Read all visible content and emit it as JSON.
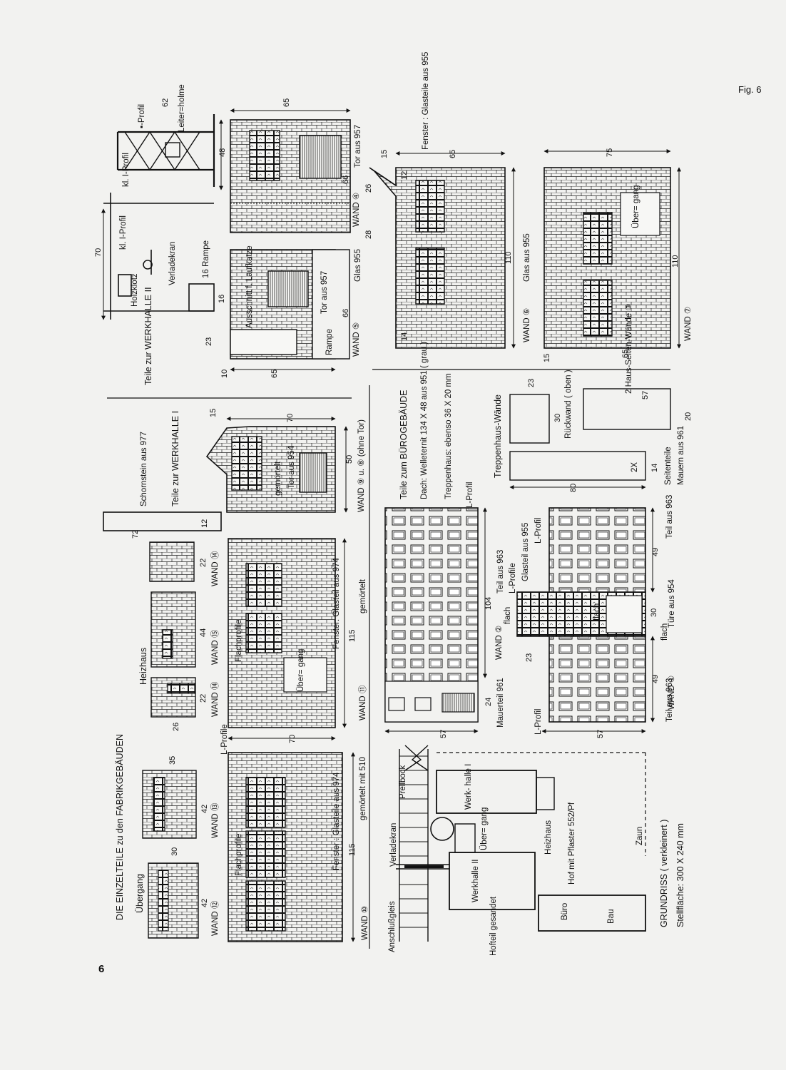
{
  "figure_label": "Fig. 6",
  "page_number": "6",
  "title": "DIE EINZELTEILE zu den FABRIKGEBÄUDEN",
  "sections": {
    "werkhalle2": "Teile zur WERKHALLE II",
    "werkhalle1": "Teile zur WERKHALLE I",
    "buero": "Teile zum BÜROGEBÄUDE",
    "heizhaus": "Heizhaus",
    "uebergang": "Übergang",
    "treppenhaus": "Treppenhaus-Wände",
    "grundriss": "GRUNDRISS ( verkleinert )",
    "stellflaeche": "Stellfläche: 300 X 240 mm"
  },
  "walls": {
    "w4": "WAND ④",
    "w5": "WAND ⑤",
    "w6": "WAND ⑥",
    "w7": "WAND ⑦",
    "w9": "WAND ⑨ u. ⑧ (ohne Tor)",
    "w10": "WAND ⑩",
    "w11": "WAND ⑪",
    "w12": "WAND ⑫",
    "w13": "WAND ⑬",
    "w14a": "WAND ⑭",
    "w14b": "WAND ⑭",
    "w15": "WAND ⑮",
    "w1": "WAND ①",
    "w2": "WAND ②",
    "w3": "2 Haus-Seiten-Wände ③"
  },
  "labels": {
    "kl_i_profil_1": "kl. I-Profil",
    "kl_i_profil_2": "kl. I-Profil",
    "profil": "▪-Profil",
    "leiterholme": "Leiter=holme",
    "verladekran": "Verladekran",
    "holzklotz": "Holzklotz",
    "rampe16": "16 Rampe",
    "tor957_a": "Tor aus 957",
    "tor957_b": "Tor aus 957",
    "glas955_a": "Glas 955",
    "glas955_b": "Glas aus 955",
    "ausschnitt": "Ausschnitt f. Laufkatze",
    "rampe": "Rampe",
    "fenster955": "Fenster : Glasteile aus 955",
    "uebergang_w7": "Über= gang",
    "schornstein": "Schornstein aus 977",
    "gemoertelt_a": "gemörtelt",
    "tor954": "Tor aus 954",
    "dach": "Dach: Welleternit 134 X 48 aus 951 ( grau )",
    "treppenhaus_note": "Treppenhaus: ebenso 36 X 20 mm",
    "l_profil_a": "L-Profil",
    "rueckwand": "Rückwand ( oben )",
    "seitenteile": "Seitenteile",
    "mauern961": "Mauern aus 961",
    "zweix": "2X",
    "fenster974_a": "Fenster: Glasteil aus 974",
    "fenster974_b": "Fenster : Glasteile aus 974",
    "gemoertelt_b": "gemörtelt",
    "gemoertelt510": "gemörtelt mit 510",
    "flachprofile_a": "Flachprofile",
    "flachprofile_b": "Flachprofile",
    "l_profile": "L-Profile",
    "uebergang_w11": "Über= gang",
    "teil963_a": "Teil aus 963",
    "teil963_b": "Teil aus 963",
    "teil963_c": "Teil aus 963",
    "l_profile_b": "L-Profile",
    "flach_a": "flach",
    "flach_b": "flach",
    "flach_c": "flach",
    "glasteil955": "Glasteil aus 955",
    "l_profil_b": "L-Profil",
    "l_profil_c": "L-Profil",
    "tuere954": "Türe aus 954",
    "mauerteil961": "Mauerteil 961",
    "anschlussgleis": "Anschlußgleis",
    "verladekran2": "Verladekran",
    "prellbock": "Prellbock",
    "werkhalle2_plan": "Werkhalle II",
    "werkhalle1_plan": "Werk- halle I",
    "uebergang_plan": "Über= gang",
    "heizhaus_plan": "Heizhaus",
    "hofteil": "Hofteil gesandet",
    "hof": "Hof mit Pflaster 552/Pf",
    "zaun": "Zaun",
    "buero_plan": "Büro",
    "bau_plan": "Bau"
  },
  "dims": {
    "d70_crane": "70",
    "d62": "62",
    "d48": "48",
    "d65_top": "65",
    "d66_a": "66",
    "d66_b": "66",
    "d26_a": "26",
    "d28": "28",
    "d16": "16",
    "d23": "23",
    "d10": "10",
    "d65_b": "65",
    "d15_a": "15",
    "d65_c": "65",
    "d12": "12",
    "d110_a": "110",
    "d14": "14",
    "d75": "75",
    "d110_b": "110",
    "d15_b": "15",
    "d65_d": "65",
    "d15_c": "15",
    "d70_b": "70",
    "d50": "50",
    "d72": "72",
    "d12_b": "12",
    "d22_a": "22",
    "d44": "44",
    "d22_b": "22",
    "d26_c": "26",
    "d35": "35",
    "d42_a": "42",
    "d30": "30",
    "d42_b": "42",
    "d115_a": "115",
    "d115_b": "115",
    "d70_c": "70",
    "d57_a": "57",
    "d24": "24",
    "d104": "104",
    "d57_b": "57",
    "d49_a": "49",
    "d49_b": "49",
    "d23_b": "23",
    "d30_b": "30",
    "d23_c": "23",
    "d30_c": "30",
    "d80": "80",
    "d14_b": "14",
    "d20": "20",
    "d57_c": "57"
  }
}
